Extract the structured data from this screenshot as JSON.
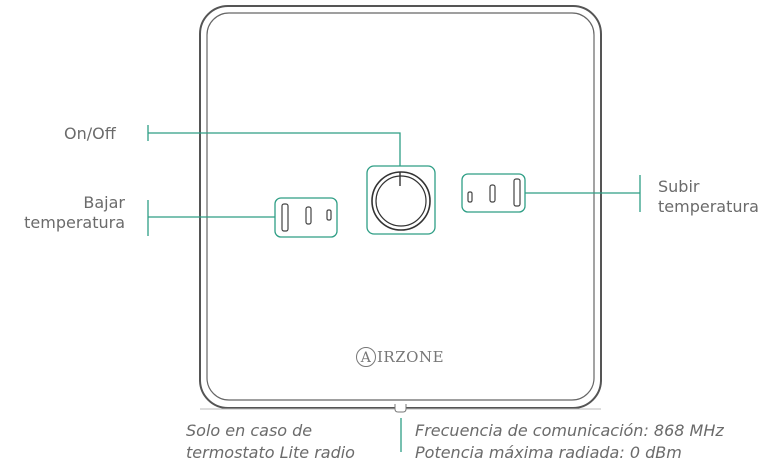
{
  "labels": {
    "on_off": "On/Off",
    "bajar_line1": "Bajar",
    "bajar_line2": "temperatura",
    "subir_line1": "Subir",
    "subir_line2": "temperatura"
  },
  "logo": {
    "initial": "A",
    "rest": "IRZONE"
  },
  "footer": {
    "left_line1": "Solo en caso de",
    "left_line2": "termostato Lite radio",
    "right_line1": "Frecuencia de comunicación: 868 MHz",
    "right_line2": "Potencia máxima radiada: 0 dBm"
  },
  "colors": {
    "accent": "#2e9e85",
    "device_outline": "#555555",
    "text": "#6b6b6b"
  }
}
